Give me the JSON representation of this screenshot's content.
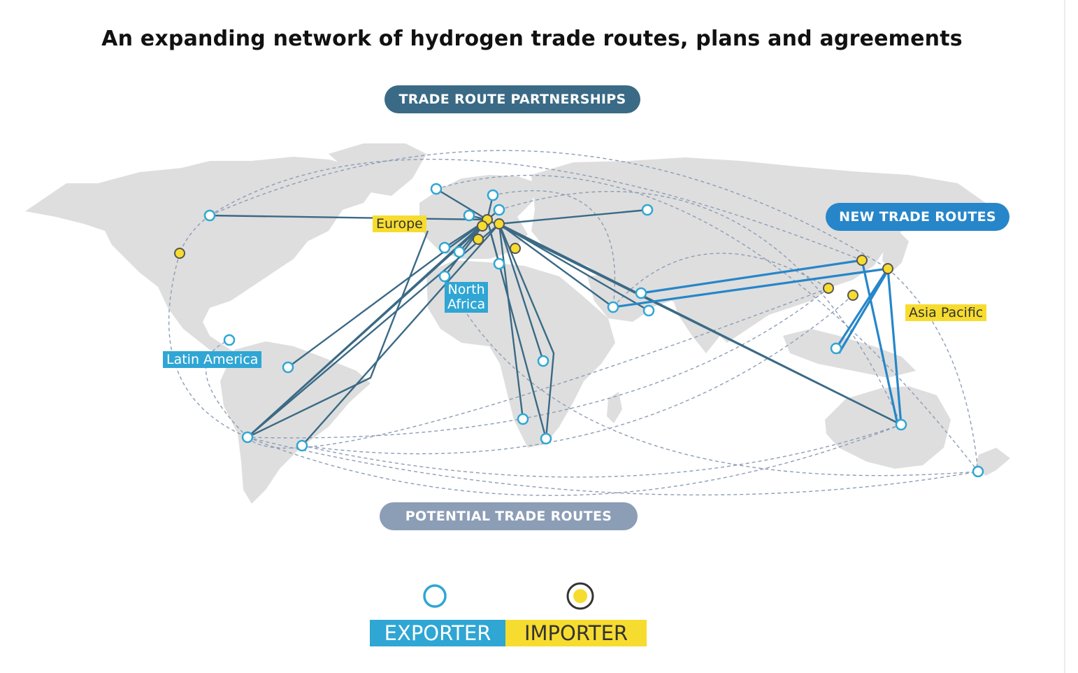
{
  "title": "An expanding network of hydrogen trade routes, plans and agreements",
  "pills": {
    "trade_route_partnerships": "TRADE ROUTE PARTNERSHIPS",
    "new_trade_routes": "NEW TRADE ROUTES",
    "potential_trade_routes": "POTENTIAL TRADE ROUTES"
  },
  "regions": {
    "europe": "Europe",
    "asia_pacific": "Asia Pacific",
    "latin_america": "Latin America",
    "north_africa_line1": "North",
    "north_africa_line2": "Africa"
  },
  "legend": {
    "exporter": "EXPORTER",
    "importer": "IMPORTER"
  },
  "colors": {
    "exporter": "#2fa6d4",
    "importer": "#f7dc30",
    "partnership_route": "#3a6a85",
    "new_route": "#2686c9",
    "potential_route": "#8c9db6",
    "land": "#dedede"
  }
}
